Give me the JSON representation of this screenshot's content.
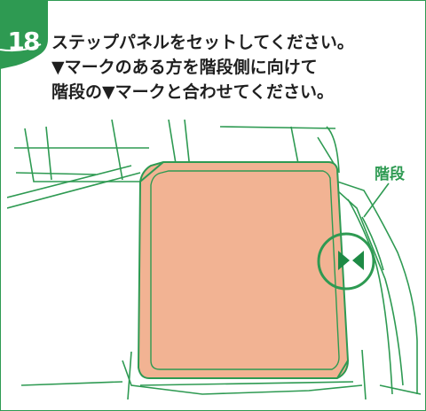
{
  "step": {
    "number": "18",
    "lines": [
      "ステップパネルをセットしてください。",
      "▼マークのある方を階段側に向けて",
      "階段の▼マークと合わせてください。"
    ]
  },
  "illustration": {
    "callout_label": "階段",
    "colors": {
      "accent": "#2e9a52",
      "panel_fill": "#f2b393",
      "panel_stroke": "#2e9a52",
      "marker": "#1e8a45"
    }
  }
}
